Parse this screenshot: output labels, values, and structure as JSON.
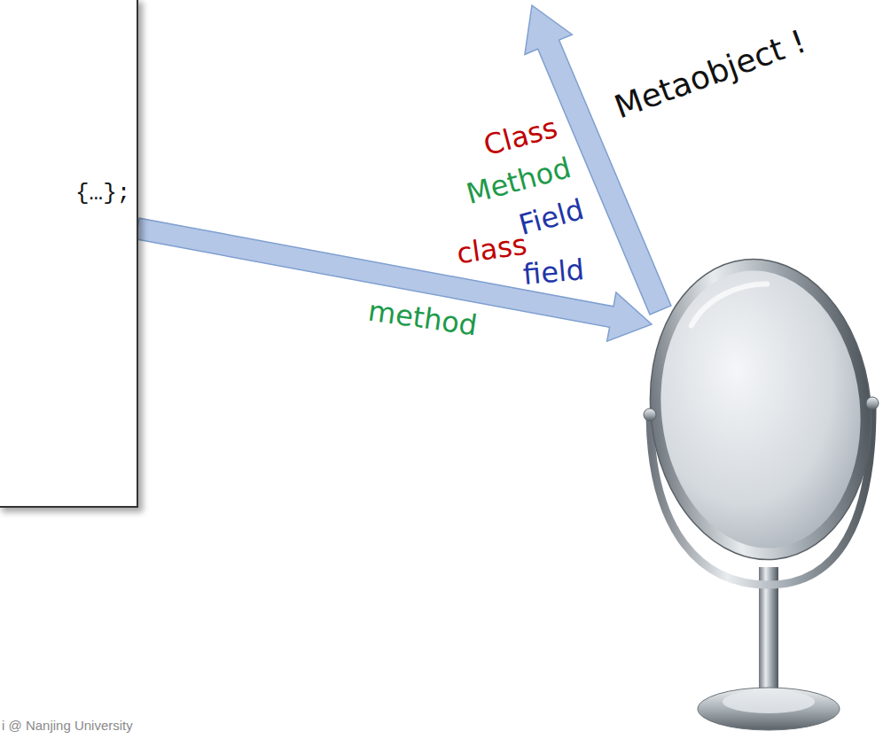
{
  "diagram": {
    "nodes": [
      {
        "text": [
          "{…};"
        ]
      }
    ],
    "labels": [
      "class",
      "method",
      "field",
      "Class",
      "Method",
      "Field",
      "Metaobject !",
      "i @ Nanjing University"
    ]
  }
}
